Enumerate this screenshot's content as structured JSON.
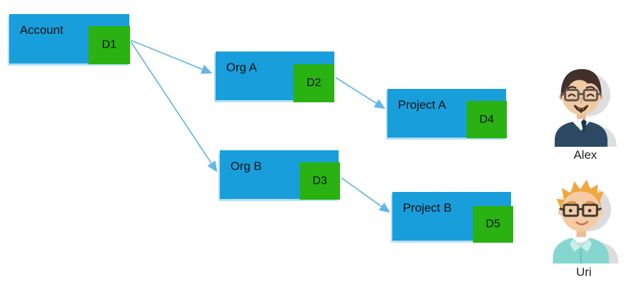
{
  "diagram": {
    "nodes": {
      "account": {
        "label": "Account",
        "badge": "D1"
      },
      "org_a": {
        "label": "Org A",
        "badge": "D2"
      },
      "project_a": {
        "label": "Project A",
        "badge": "D4"
      },
      "org_b": {
        "label": "Org B",
        "badge": "D3"
      },
      "project_b": {
        "label": "Project B",
        "badge": "D5"
      }
    },
    "edges": [
      {
        "from": "Account (D1)",
        "to": "Org A"
      },
      {
        "from": "Account (D1)",
        "to": "Org B"
      },
      {
        "from": "Org A (D2)",
        "to": "Project A"
      },
      {
        "from": "Org B (D3)",
        "to": "Project B"
      }
    ],
    "colors": {
      "node_fill": "#189FDB",
      "badge_fill": "#29B212",
      "arrow": "#64B5E8",
      "text": "#1A1A1A"
    }
  },
  "users": [
    {
      "name": "Alex"
    },
    {
      "name": "Uri"
    }
  ]
}
